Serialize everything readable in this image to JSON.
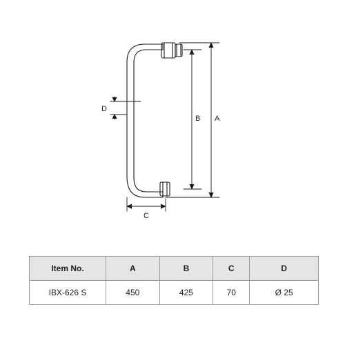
{
  "drawing": {
    "labels": {
      "a": "A",
      "b": "B",
      "c": "C",
      "d": "D"
    },
    "line_color": "#1a1a1a"
  },
  "table": {
    "headers": [
      "Item No.",
      "A",
      "B",
      "C",
      "D"
    ],
    "rows": [
      [
        "IBX-626 S",
        "450",
        "425",
        "70",
        "Ø 25"
      ]
    ],
    "header_bg": "#e3e5e6",
    "border_color": "#9a9a9a"
  }
}
